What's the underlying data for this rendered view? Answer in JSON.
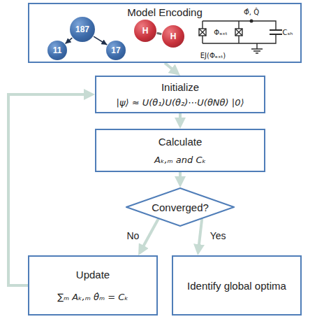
{
  "diagram": {
    "nodes": [
      {
        "text": [
          "Model Encoding"
        ]
      },
      {
        "text": [
          "187"
        ],
        "in": 0
      },
      {
        "text": [
          "11"
        ],
        "in": 0
      },
      {
        "text": [
          "17"
        ],
        "in": 0
      },
      {
        "text": [
          "H"
        ],
        "in": 0
      },
      {
        "text": [
          "H"
        ],
        "in": 0
      },
      {
        "text": [
          "Initialize",
          "|ψ⟩ ≈ U(θ₁)U(θ₂)⋯U(θNθ) |0⟩"
        ]
      },
      {
        "text": [
          "Calculate",
          "Aₖ,ₘ and Cₖ"
        ]
      },
      {
        "text": [
          "Converged?"
        ]
      },
      {
        "text": [
          "Update",
          "∑ₘ Aₖ,ₘ θ̇ₘ = Cₖ"
        ]
      },
      {
        "text": [
          "Identify global optima"
        ]
      }
    ],
    "edges": [
      {
        "from": 1,
        "to": 2,
        "arrow": "to"
      },
      {
        "from": 1,
        "to": 3,
        "arrow": "to"
      },
      {
        "from": 4,
        "to": 5,
        "arrow": "none"
      },
      {
        "from": 0,
        "to": 6,
        "arrow": "to"
      },
      {
        "from": 6,
        "to": 7,
        "arrow": "to"
      },
      {
        "from": 7,
        "to": 8,
        "arrow": "to"
      },
      {
        "from": 8,
        "to": 9,
        "arrow": "to",
        "label": "No"
      },
      {
        "from": 8,
        "to": 10,
        "arrow": "to",
        "label": "Yes"
      },
      {
        "from": 9,
        "to": 6,
        "arrow": "to"
      }
    ],
    "labels": [
      "Φ̂, Q̂",
      "Φₑₓₜ",
      "EJ(Φₑₓₜ)",
      "Cₛₕ"
    ]
  }
}
